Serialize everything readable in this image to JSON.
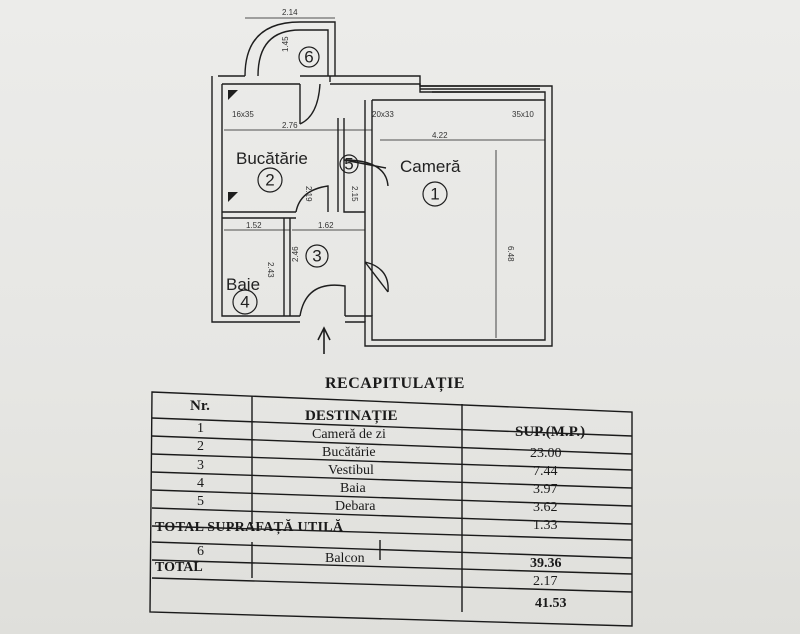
{
  "plan": {
    "rooms": [
      {
        "name": "Cameră",
        "number": "1"
      },
      {
        "name": "Bucătărie",
        "number": "2"
      },
      {
        "name": "",
        "number": "3"
      },
      {
        "name": "Baie",
        "number": "4"
      },
      {
        "name": "",
        "number": "5"
      },
      {
        "name": "",
        "number": "6"
      }
    ],
    "dimensions": {
      "balcony_width": "2.14",
      "balcony_depth": "1.45",
      "corner_left": "16x35",
      "corner_mid": "20x33",
      "corner_right": "35x10",
      "kitchen_width": "2.76",
      "room_width": "4.22",
      "room_depth": "6.48",
      "kitchen_depth": "2.19",
      "storage_depth": "2.15",
      "bath_width": "1.52",
      "hall_width": "1.62",
      "bath_depth": "2.43",
      "hall_depth": "2.46"
    }
  },
  "recap": {
    "title": "RECAPITULAȚIE",
    "headers": {
      "nr": "Nr.",
      "dest": "DESTINAȚIE",
      "sup": "SUP.(M.P.)"
    },
    "nr": [
      "1",
      "2",
      "3",
      "4",
      "5",
      "6"
    ],
    "dest": [
      "Cameră de zi",
      "Bucătărie",
      "Vestibul",
      "Baia",
      "Debara",
      "Balcon"
    ],
    "sup": [
      "23.00",
      "7.44",
      "3.97",
      "3.62",
      "1.33",
      "39.36",
      "2.17",
      "41.53"
    ],
    "total_util": "TOTAL SUPRAFAȚĂ UTILĂ",
    "total": "TOTAL"
  }
}
